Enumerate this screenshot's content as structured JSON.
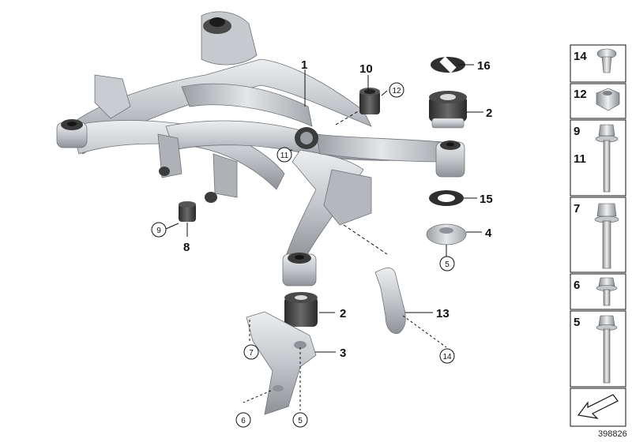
{
  "diagram": {
    "callouts": {
      "c1": "1",
      "c2a": "2",
      "c2b": "2",
      "c3": "3",
      "c4": "4",
      "c8": "8",
      "c10": "10",
      "c13": "13",
      "c15": "15",
      "c16": "16"
    },
    "circled": {
      "r5a": "5",
      "r5b": "5",
      "r6": "6",
      "r7": "7",
      "r9": "9",
      "r11": "11",
      "r12": "12",
      "r14": "14"
    },
    "legend": {
      "items": [
        "14",
        "12",
        "9",
        "11",
        "7",
        "6",
        "5"
      ]
    },
    "doc_id": "398826",
    "colors": {
      "part_light": "#dadce0",
      "part_mid": "#b7babf",
      "part_dark": "#7d8188",
      "rubber": "#3c3c3c",
      "line": "#111111"
    }
  }
}
